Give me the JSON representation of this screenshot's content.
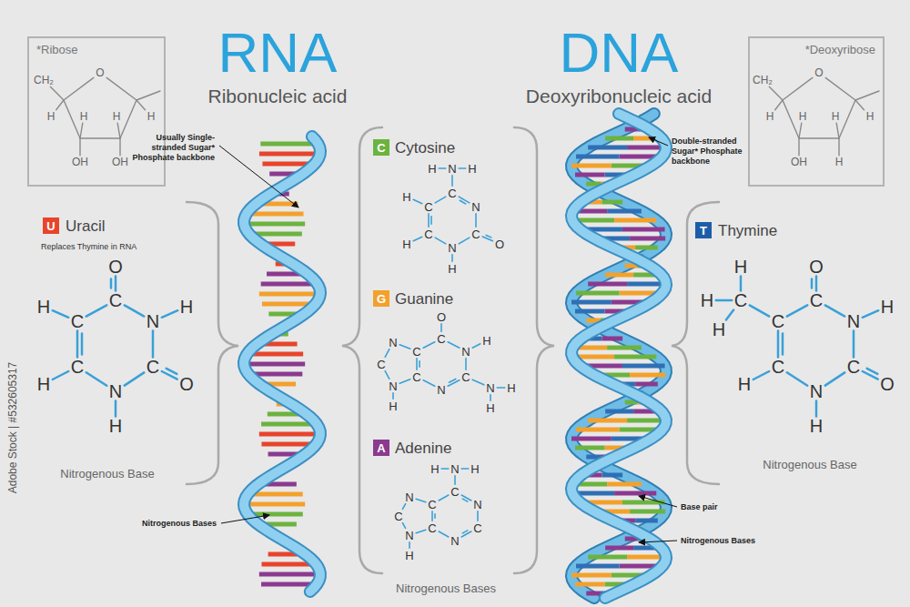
{
  "diagram": {
    "nodes": [
      {
        "text": [
          "*Ribose"
        ]
      },
      {
        "text": [
          "*Deoxyribose"
        ]
      },
      {
        "text": [
          "U"
        ]
      },
      {
        "text": [
          "C"
        ]
      },
      {
        "text": [
          "G"
        ]
      },
      {
        "text": [
          "A"
        ]
      },
      {
        "text": [
          "T"
        ]
      }
    ],
    "labels": [
      "RNA",
      "Ribonucleic acid",
      "DNA",
      "Deoxyribonucleic acid",
      "CH₂",
      "O",
      "H",
      "H",
      "H",
      "H",
      "OH",
      "OH",
      "CH₂",
      "O",
      "H",
      "H",
      "H",
      "H",
      "OH",
      "H",
      "Uracil",
      "Replaces Thymine in RNA",
      "O",
      "C",
      "N",
      "H",
      "C",
      "O",
      "N",
      "H",
      "C",
      "H",
      "C",
      "H",
      "Nitrogenous Base",
      "Usually Single-stranded Sugar* Phosphate backbone",
      "Nitrogenous Bases",
      "Cytosine",
      "H",
      "N",
      "H",
      "C",
      "N",
      "C",
      "O",
      "N",
      "H",
      "C",
      "H",
      "C",
      "H",
      "Guanine",
      "O",
      "C",
      "N",
      "H",
      "C",
      "N",
      "H",
      "H",
      "N",
      "C",
      "C",
      "N",
      "C",
      "N",
      "H",
      "Adenine",
      "H",
      "N",
      "H",
      "C",
      "N",
      "C",
      "N",
      "C",
      "C",
      "N",
      "C",
      "N",
      "H",
      "Nitrogenous Bases",
      "Double-stranded Sugar* Phosphate backbone",
      "Base pair",
      "Nitrogenous Bases",
      "Thymine",
      "H",
      "C",
      "H",
      "H",
      "O",
      "C",
      "N",
      "H",
      "C",
      "O",
      "N",
      "H",
      "C",
      "H",
      "C",
      "Nitrogenous Base",
      "Adobe Stock | #532605317"
    ]
  }
}
